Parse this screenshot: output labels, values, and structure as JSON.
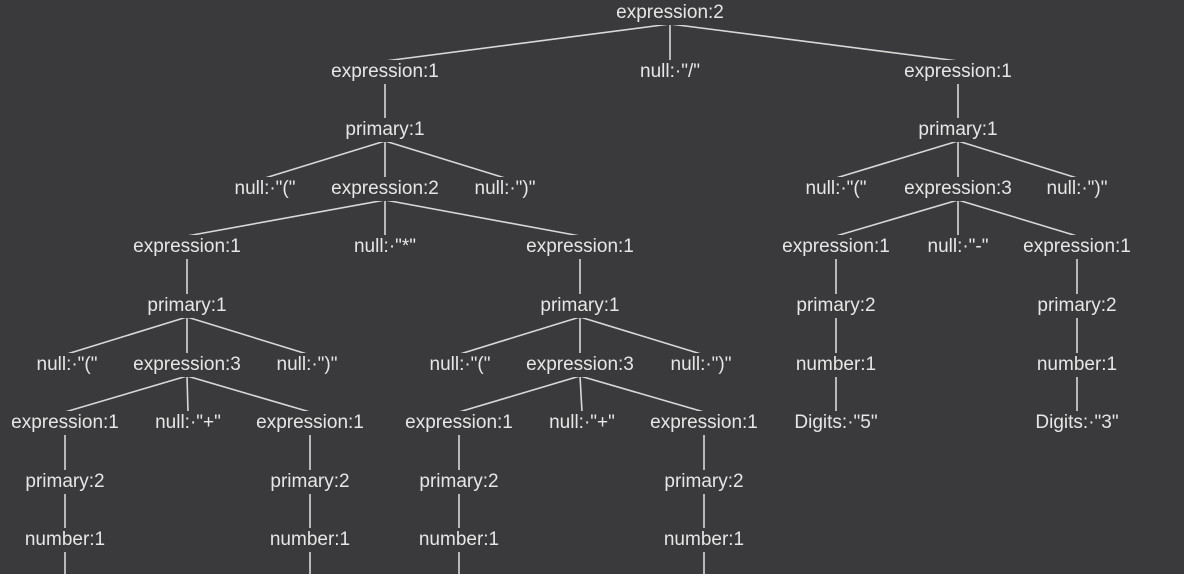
{
  "tree": {
    "nodes": [
      {
        "id": "n0",
        "label": "expression:2"
      },
      {
        "id": "n1",
        "label": "expression:1",
        "parent": "n0"
      },
      {
        "id": "n2",
        "label": "null:·\"/\"",
        "parent": "n0"
      },
      {
        "id": "n3",
        "label": "expression:1",
        "parent": "n0"
      },
      {
        "id": "n4",
        "label": "primary:1",
        "parent": "n1"
      },
      {
        "id": "n5",
        "label": "primary:1",
        "parent": "n3"
      },
      {
        "id": "n6",
        "label": "null:·\"(\"",
        "parent": "n4"
      },
      {
        "id": "n7",
        "label": "expression:2",
        "parent": "n4"
      },
      {
        "id": "n8",
        "label": "null:·\")\"",
        "parent": "n4"
      },
      {
        "id": "n9",
        "label": "null:·\"(\"",
        "parent": "n5"
      },
      {
        "id": "n10",
        "label": "expression:3",
        "parent": "n5"
      },
      {
        "id": "n11",
        "label": "null:·\")\"",
        "parent": "n5"
      },
      {
        "id": "n12",
        "label": "expression:1",
        "parent": "n7"
      },
      {
        "id": "n13",
        "label": "null:·\"*\"",
        "parent": "n7"
      },
      {
        "id": "n14",
        "label": "expression:1",
        "parent": "n7"
      },
      {
        "id": "n15",
        "label": "expression:1",
        "parent": "n10"
      },
      {
        "id": "n16",
        "label": "null:·\"-\"",
        "parent": "n10"
      },
      {
        "id": "n17",
        "label": "expression:1",
        "parent": "n10"
      },
      {
        "id": "n18",
        "label": "primary:1",
        "parent": "n12"
      },
      {
        "id": "n19",
        "label": "primary:1",
        "parent": "n14"
      },
      {
        "id": "n20",
        "label": "primary:2",
        "parent": "n15"
      },
      {
        "id": "n21",
        "label": "primary:2",
        "parent": "n17"
      },
      {
        "id": "n22",
        "label": "null:·\"(\"",
        "parent": "n18"
      },
      {
        "id": "n23",
        "label": "expression:3",
        "parent": "n18"
      },
      {
        "id": "n24",
        "label": "null:·\")\"",
        "parent": "n18"
      },
      {
        "id": "n25",
        "label": "null:·\"(\"",
        "parent": "n19"
      },
      {
        "id": "n26",
        "label": "expression:3",
        "parent": "n19"
      },
      {
        "id": "n27",
        "label": "null:·\")\"",
        "parent": "n19"
      },
      {
        "id": "n28",
        "label": "number:1",
        "parent": "n20"
      },
      {
        "id": "n29",
        "label": "number:1",
        "parent": "n21"
      },
      {
        "id": "n30",
        "label": "expression:1",
        "parent": "n23"
      },
      {
        "id": "n31",
        "label": "null:·\"+\"",
        "parent": "n23"
      },
      {
        "id": "n32",
        "label": "expression:1",
        "parent": "n23"
      },
      {
        "id": "n33",
        "label": "expression:1",
        "parent": "n26"
      },
      {
        "id": "n34",
        "label": "null:·\"+\"",
        "parent": "n26"
      },
      {
        "id": "n35",
        "label": "expression:1",
        "parent": "n26"
      },
      {
        "id": "n36",
        "label": "Digits:·\"5\"",
        "parent": "n28"
      },
      {
        "id": "n37",
        "label": "Digits:·\"3\"",
        "parent": "n29"
      },
      {
        "id": "n38",
        "label": "primary:2",
        "parent": "n30"
      },
      {
        "id": "n39",
        "label": "primary:2",
        "parent": "n32"
      },
      {
        "id": "n40",
        "label": "primary:2",
        "parent": "n33"
      },
      {
        "id": "n41",
        "label": "primary:2",
        "parent": "n35"
      },
      {
        "id": "n42",
        "label": "number:1",
        "parent": "n38"
      },
      {
        "id": "n43",
        "label": "number:1",
        "parent": "n39"
      },
      {
        "id": "n44",
        "label": "number:1",
        "parent": "n40"
      },
      {
        "id": "n45",
        "label": "number:1",
        "parent": "n41"
      }
    ]
  }
}
